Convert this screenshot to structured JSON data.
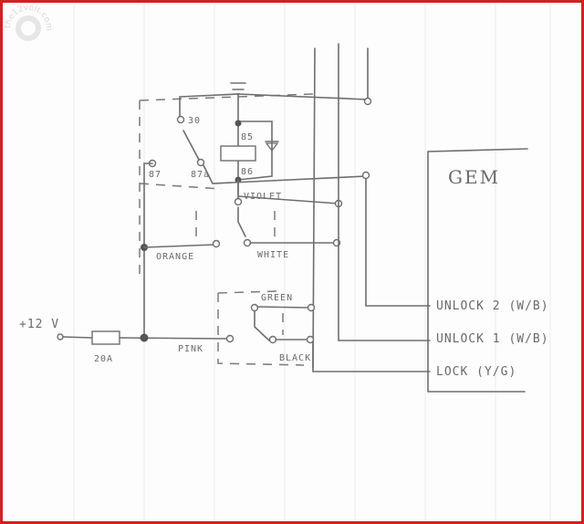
{
  "diagram": {
    "colors": {
      "border": "#d41f1f",
      "ink": "#6e6e6e",
      "paper": "#fdfdfd"
    },
    "power": {
      "source_label": "+12 V",
      "fuse_label": "20A"
    },
    "relay": {
      "pins": [
        "30",
        "85",
        "86",
        "87",
        "87a"
      ],
      "pin_labels": {
        "p30": "30",
        "p85": "85",
        "p86": "86",
        "p87": "87",
        "p87a": "87a"
      },
      "component": "relay with diode"
    },
    "wires": {
      "orange": "ORANGE",
      "white": "WHITE",
      "violet": "VIOLET",
      "green": "GREEN",
      "pink": "PINK",
      "black": "BLACK"
    },
    "gem": {
      "title": "GEM",
      "outputs": [
        "UNLOCK 2 (W/B)",
        "UNLOCK 1 (W/B)",
        "LOCK (Y/G)"
      ]
    },
    "watermark": "the12volt.com"
  }
}
